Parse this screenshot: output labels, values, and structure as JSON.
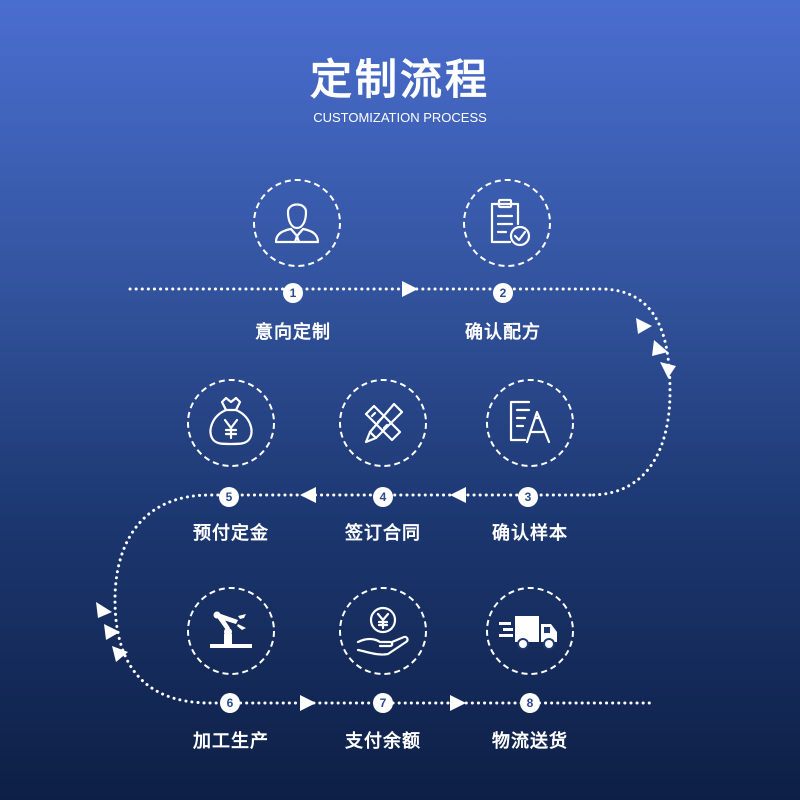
{
  "header": {
    "title": "定制流程",
    "subtitle": "CUSTOMIZATION PROCESS"
  },
  "steps": [
    {
      "number": "1",
      "label": "意向定制",
      "icon": "person-icon"
    },
    {
      "number": "2",
      "label": "确认配方",
      "icon": "clipboard-check-icon"
    },
    {
      "number": "3",
      "label": "确认样本",
      "icon": "document-pen-icon"
    },
    {
      "number": "4",
      "label": "签订合同",
      "icon": "pencil-ruler-icon"
    },
    {
      "number": "5",
      "label": "预付定金",
      "icon": "money-bag-icon"
    },
    {
      "number": "6",
      "label": "加工生产",
      "icon": "robot-arm-icon"
    },
    {
      "number": "7",
      "label": "支付余额",
      "icon": "hand-coin-icon"
    },
    {
      "number": "8",
      "label": "物流送货",
      "icon": "delivery-truck-icon"
    }
  ],
  "colors": {
    "line": "#ffffff",
    "number_text": "#2b4a8e"
  }
}
